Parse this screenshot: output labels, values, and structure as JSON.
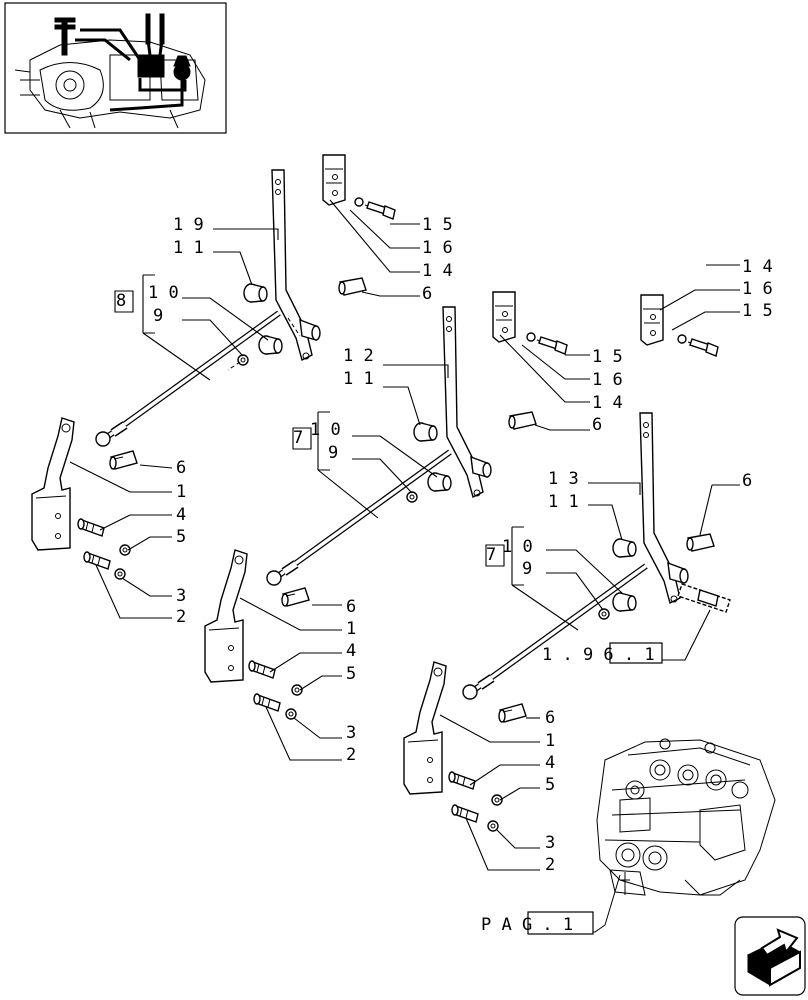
{
  "nav": {
    "thumbnail_icon": "assembly-locator-thumbnail",
    "next_page_icon": "next-page-arrow-icon"
  },
  "labels": {
    "assembly_a": {
      "lever": "1 9",
      "lever_sub": "1 1",
      "group_ref": "8",
      "group_top": "1 0",
      "group_bottom": "9",
      "bracket_top": "1 5",
      "bracket_mid": "1 6",
      "bracket_bot": "1 4",
      "bushing": "6",
      "clip": "6",
      "arm": "1",
      "pin_top": "4",
      "ring_top": "5",
      "ring_bot": "3",
      "pin_bot": "2"
    },
    "assembly_b": {
      "lever": "1 2",
      "lever_sub": "1 1",
      "group_ref": "7",
      "group_top": "1 0",
      "group_bottom": "9",
      "bracket_top": "1 5",
      "bracket_mid": "1 6",
      "bracket_bot": "1 4",
      "bushing": "6",
      "clip": "6",
      "arm": "1",
      "pin_top": "4",
      "ring_top": "5",
      "ring_bot": "3",
      "pin_bot": "2"
    },
    "assembly_c": {
      "lever": "1 3",
      "lever_sub": "1 1",
      "group_ref": "7",
      "group_top": "1 0",
      "group_bottom": "9",
      "bracket_top": "1 4",
      "bracket_mid": "1 6",
      "bracket_bot": "1 5",
      "bushing": "6",
      "clip": "6",
      "arm": "1",
      "pin_top": "4",
      "ring_top": "5",
      "ring_bot": "3",
      "pin_bot": "2"
    },
    "ref_page": "1 . 9 6 . 1",
    "pag": "P A G . 1"
  }
}
